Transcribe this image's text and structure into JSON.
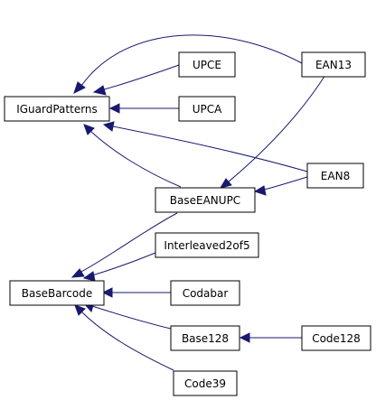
{
  "diagram": {
    "nodes": {
      "iguard": "IGuardPatterns",
      "upce": "UPCE",
      "upca": "UPCA",
      "ean13": "EAN13",
      "ean8": "EAN8",
      "baseeanupc": "BaseEANUPC",
      "interleaved": "Interleaved2of5",
      "basebarcode": "BaseBarcode",
      "codabar": "Codabar",
      "base128": "Base128",
      "code128": "Code128",
      "code39": "Code39"
    }
  },
  "colors": {
    "edge": "#191970",
    "node_border": "#000000",
    "node_fill": "#ffffff"
  }
}
